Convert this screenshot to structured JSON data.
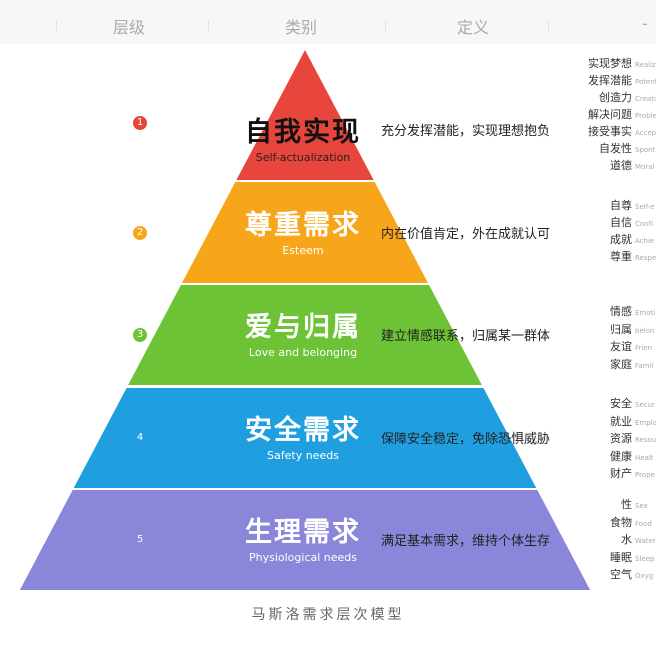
{
  "header": {
    "level": "层级",
    "category": "类别",
    "definition": "定义",
    "extra": "-"
  },
  "levels": [
    {
      "num": "1",
      "zh": "自我实现",
      "en": "Self-actualization",
      "def": "充分发挥潜能，实现理想抱负",
      "color": "#e8463c",
      "keywords": [
        [
          "实现梦想",
          "Realiz"
        ],
        [
          "发挥潜能",
          "Potent"
        ],
        [
          "创造力",
          "Creati"
        ],
        [
          "解决问题",
          "Proble"
        ],
        [
          "接受事实",
          "Accep"
        ],
        [
          "自发性",
          "Spont"
        ],
        [
          "道德",
          "Moral"
        ]
      ]
    },
    {
      "num": "2",
      "zh": "尊重需求",
      "en": "Esteem",
      "def": "内在价值肯定，外在成就认可",
      "color": "#f7a61b",
      "keywords": [
        [
          "自尊",
          "Self-e"
        ],
        [
          "自信",
          "Confi"
        ],
        [
          "成就",
          "Achie"
        ],
        [
          "尊重",
          "Respe"
        ]
      ]
    },
    {
      "num": "3",
      "zh": "爱与归属",
      "en": "Love and belonging",
      "def": "建立情感联系，归属某一群体",
      "color": "#6dc236",
      "keywords": [
        [
          "情感",
          "Emoti"
        ],
        [
          "归属",
          "belon"
        ],
        [
          "友谊",
          "Frien"
        ],
        [
          "家庭",
          "Famil"
        ]
      ]
    },
    {
      "num": "4",
      "zh": "安全需求",
      "en": "Safety needs",
      "def": "保障安全稳定，免除恐惧威胁",
      "color": "#1f9fe0",
      "keywords": [
        [
          "安全",
          "Secur"
        ],
        [
          "就业",
          "Emplo"
        ],
        [
          "资源",
          "Resou"
        ],
        [
          "健康",
          "Healt"
        ],
        [
          "财产",
          "Prope"
        ]
      ]
    },
    {
      "num": "5",
      "zh": "生理需求",
      "en": "Physiological needs",
      "def": "满足基本需求，维持个体生存",
      "color": "#8a86d9",
      "keywords": [
        [
          "性",
          "Sex"
        ],
        [
          "食物",
          "Food"
        ],
        [
          "水",
          "Water"
        ],
        [
          "睡眠",
          "Sleep"
        ],
        [
          "空气",
          "Oxyg"
        ]
      ]
    }
  ],
  "footer": "马斯洛需求层次模型"
}
